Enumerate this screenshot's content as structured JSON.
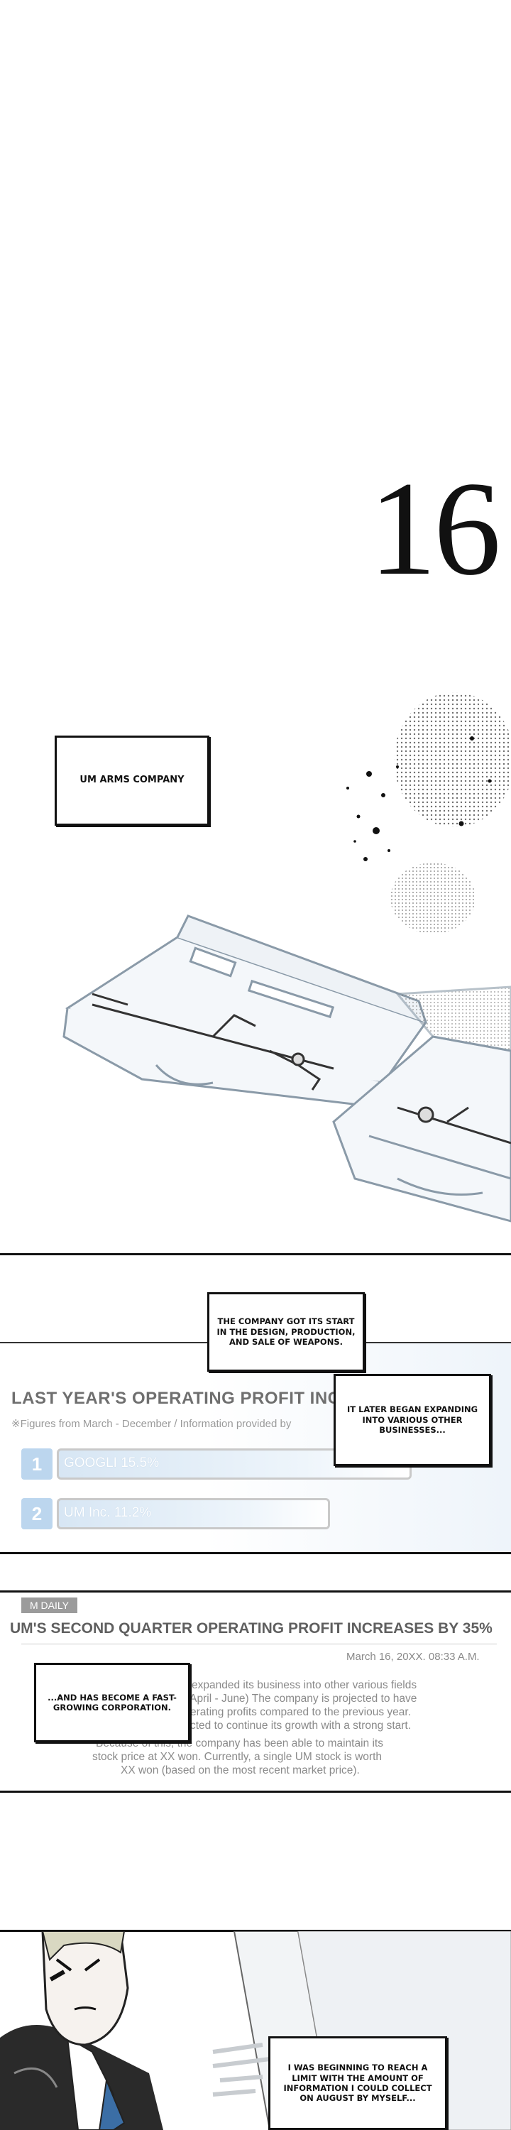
{
  "chapter": {
    "number": "16"
  },
  "bubbles": {
    "company": "UM ARMS COMPANY",
    "start": "THE COMPANY GOT ITS START IN THE DESIGN, PRODUCTION, AND SALE OF WEAPONS.",
    "expanding": "IT LATER BEGAN EXPANDING INTO VARIOUS OTHER BUSINESSES...",
    "fast_growing": "...AND HAS BECOME A FAST-GROWING CORPORATION.",
    "limit": "I WAS BEGINNING TO REACH A LIMIT WITH THE AMOUNT OF INFORMATION I COULD COLLECT ON AUGUST BY MYSELF..."
  },
  "report": {
    "title": "LAST YEAR'S OPERATING PROFIT INCREA",
    "subtitle": "※Figures from March - December / Information provided by",
    "rankings": [
      {
        "rank": "1",
        "label": "GOOGLI 15.5%",
        "percent": 15.5
      },
      {
        "rank": "2",
        "label": "UM Inc. 11.2%",
        "percent": 11.2
      }
    ]
  },
  "news": {
    "source": "M DAILY",
    "title": "UM'S SECOND QUARTER OPERATING PROFIT INCREASES BY 35%",
    "date": "March 16, 20XX. 08:33 A.M.",
    "lines": [
      "expanded its business into other various fields",
      "(April - June) The company is projected to have",
      "erating profits compared to the previous year.",
      "cted to continue its growth with a strong start.",
      "Because of this, the company has been able to maintain its",
      "stock price at XX won. Currently, a single UM stock is worth",
      "XX won (based on the most recent market price)."
    ]
  },
  "colors": {
    "ink": "#111111",
    "report_accent": "#bcd6ee",
    "text_gray": "#8a8a8a"
  }
}
